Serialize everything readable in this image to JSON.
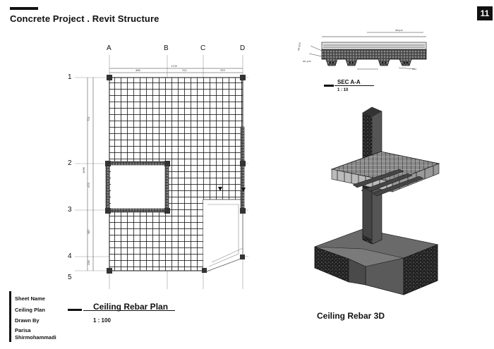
{
  "header": {
    "title": "Concrete Project . Revit Structure",
    "page_number": "11"
  },
  "grid_labels": {
    "A": "A",
    "B": "B",
    "C": "C",
    "D": "D",
    "r1": "1",
    "r2": "2",
    "r3": "3",
    "r4": "4",
    "r5": "5"
  },
  "info": {
    "sheet_name_label": "Sheet Name",
    "sheet_name": "Ceiling Plan",
    "drawn_by_label": "Drawn By",
    "author_first": "Parisa",
    "author_last": "Shirmohammadi"
  },
  "plan": {
    "title": "Ceiling Rebar Plan",
    "scale": "1 : 100"
  },
  "section": {
    "title": "SEC A-A",
    "scale": "1 : 10"
  },
  "view3d": {
    "title": "Ceiling Rebar 3D"
  }
}
